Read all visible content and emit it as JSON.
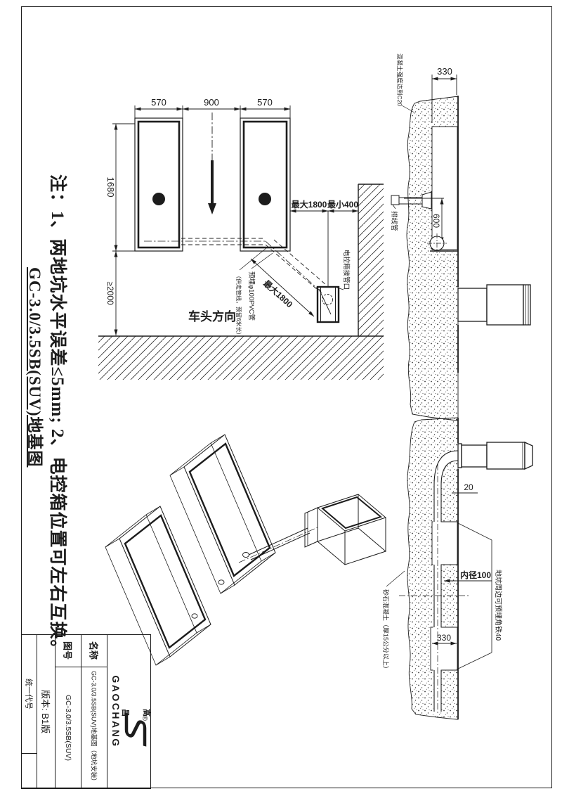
{
  "colors": {
    "ink": "#1c1c1c",
    "paper": "#ffffff"
  },
  "notes": {
    "main": "注：1、两地坑水平误差≤5mm; 2、电控箱位置可左右互换。",
    "drawing_title": "GC-3.0/3.5SB(SUV)地基图"
  },
  "plan_view": {
    "dim_top_left": "570",
    "dim_top_mid": "900",
    "dim_top_right": "570",
    "dim_left": "1680",
    "dim_left_lower": "≥2000",
    "dim_right_max": "最大1800",
    "dim_right_min": "最小400",
    "dim_diag": "最大1800",
    "label_direction": "车头方向",
    "label_conduit": "预埋φ100PVC管",
    "label_conduit_note": "（供走管线，预留6米长）",
    "label_box_port": "电控箱接管口"
  },
  "section_upper": {
    "label_concrete": "混凝土强度达到C20",
    "label_drain": "排线管",
    "dim_width": "330",
    "dim_depth": "600"
  },
  "section_lower": {
    "dim_protrude": "20",
    "label_inner_dia": "内径100",
    "dim_pit": "330",
    "label_concrete": "砂石混凝土（厚15公分以上）",
    "label_angle": "地坑周边可预埋角铁40"
  },
  "title_block": {
    "unified_label": "统一代号",
    "version": "版本: B1版",
    "drawing_no_label": "图号",
    "drawing_no": "GC-3.0/3.5SB(SUV)",
    "name_label": "名称",
    "name": "GC-3.0/3.5SB(SUV)地基图（地坑安装）",
    "brand_cn_top": "高",
    "brand_cn_bottom": "昌",
    "brand_en": "GAOCHANG",
    "brand_reg": "®"
  }
}
